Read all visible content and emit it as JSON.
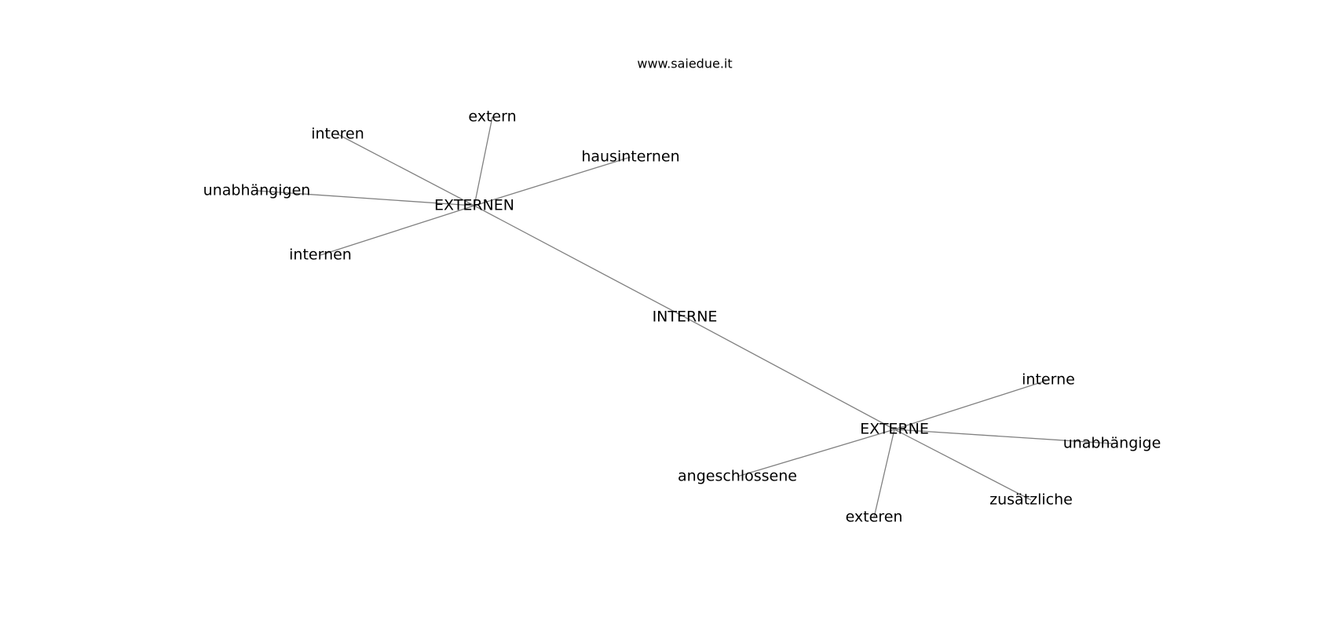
{
  "watermark": "www.saiedue.it",
  "graph": {
    "nodes": [
      {
        "id": "INTERNE",
        "label": "INTERNE"
      },
      {
        "id": "EXTERNEN",
        "label": "EXTERNEN"
      },
      {
        "id": "EXTERNE",
        "label": "EXTERNE"
      },
      {
        "id": "extern",
        "label": "extern"
      },
      {
        "id": "interen",
        "label": "interen"
      },
      {
        "id": "hausinternen",
        "label": "hausinternen"
      },
      {
        "id": "unabhaengigen",
        "label": "unabhängigen"
      },
      {
        "id": "internen",
        "label": "internen"
      },
      {
        "id": "interne",
        "label": "interne"
      },
      {
        "id": "unabhaengige",
        "label": "unabhängige"
      },
      {
        "id": "angeschlossene",
        "label": "angeschlossene"
      },
      {
        "id": "zusaetzliche",
        "label": "zusätzliche"
      },
      {
        "id": "exteren",
        "label": "exteren"
      }
    ],
    "edges": [
      [
        "INTERNE",
        "EXTERNEN"
      ],
      [
        "INTERNE",
        "EXTERNE"
      ],
      [
        "EXTERNEN",
        "extern"
      ],
      [
        "EXTERNEN",
        "interen"
      ],
      [
        "EXTERNEN",
        "hausinternen"
      ],
      [
        "EXTERNEN",
        "unabhaengigen"
      ],
      [
        "EXTERNEN",
        "internen"
      ],
      [
        "EXTERNE",
        "interne"
      ],
      [
        "EXTERNE",
        "unabhaengige"
      ],
      [
        "EXTERNE",
        "angeschlossene"
      ],
      [
        "EXTERNE",
        "zusaetzliche"
      ],
      [
        "EXTERNE",
        "exteren"
      ]
    ]
  }
}
